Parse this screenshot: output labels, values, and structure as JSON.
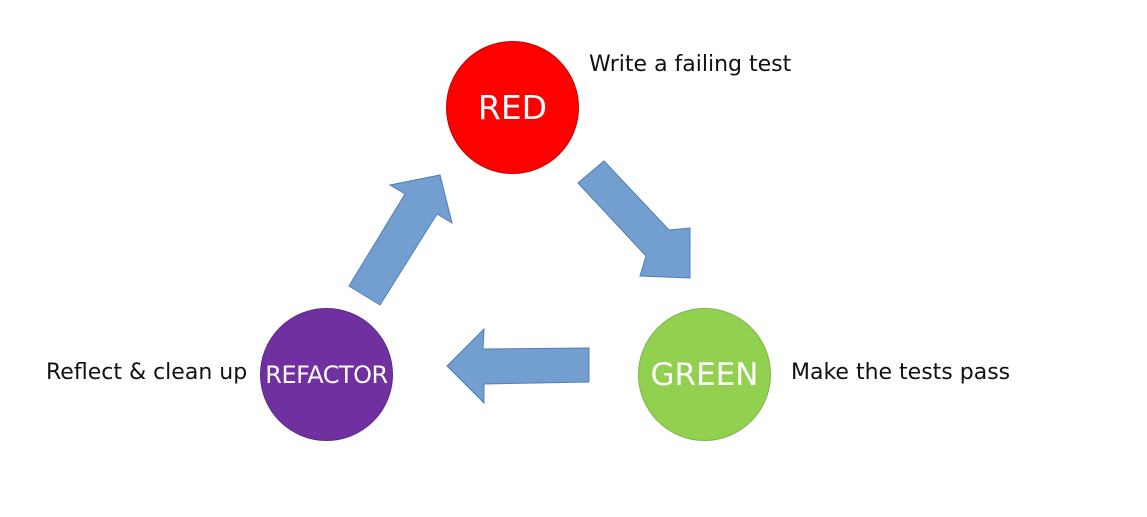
{
  "nodes": {
    "red": {
      "label": "RED",
      "caption": "Write a failing test",
      "color": "#ff0000"
    },
    "green": {
      "label": "GREEN",
      "caption": "Make the tests pass",
      "color": "#92d050"
    },
    "refactor": {
      "label": "REFACTOR",
      "caption": "Reflect & clean up",
      "color": "#7030a0"
    }
  },
  "edges": [
    {
      "from": "red",
      "to": "green"
    },
    {
      "from": "green",
      "to": "refactor"
    },
    {
      "from": "refactor",
      "to": "red"
    }
  ],
  "arrow_color": "#729fcf"
}
